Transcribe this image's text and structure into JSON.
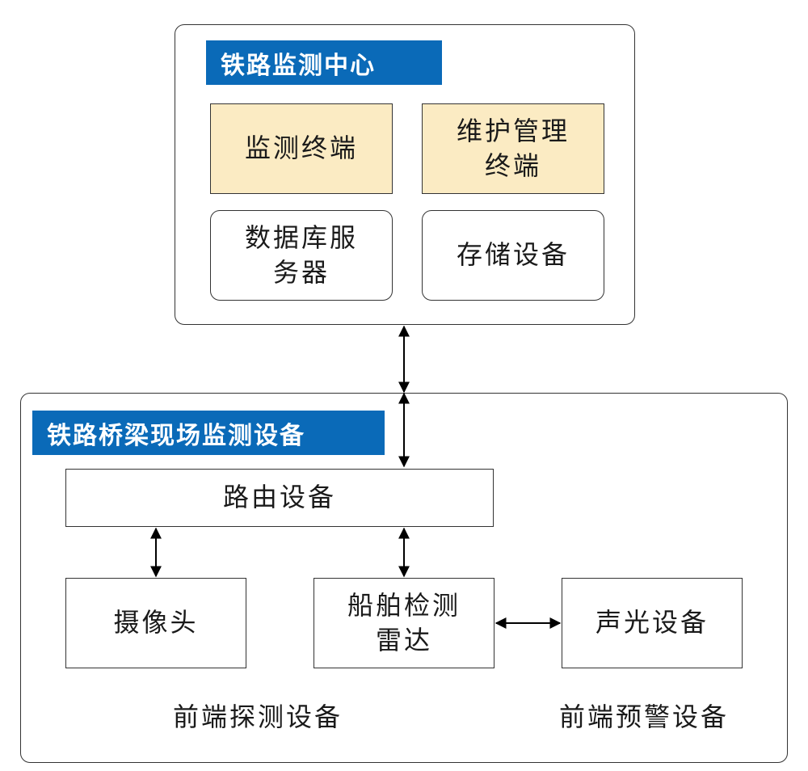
{
  "monitoring_center": {
    "title": "铁路监测中心",
    "monitor_terminal": "监测终端",
    "maintenance_terminal": "维护管理\n终端",
    "database_server": "数据库服\n务器",
    "storage_device": "存储设备"
  },
  "bridge_site": {
    "title": "铁路桥梁现场监测设备",
    "router": "路由设备",
    "camera": "摄像头",
    "ship_radar": "船舶检测\n雷达",
    "sound_light": "声光设备",
    "frontend_detection": "前端探测设备",
    "frontend_warning": "前端预警设备"
  }
}
